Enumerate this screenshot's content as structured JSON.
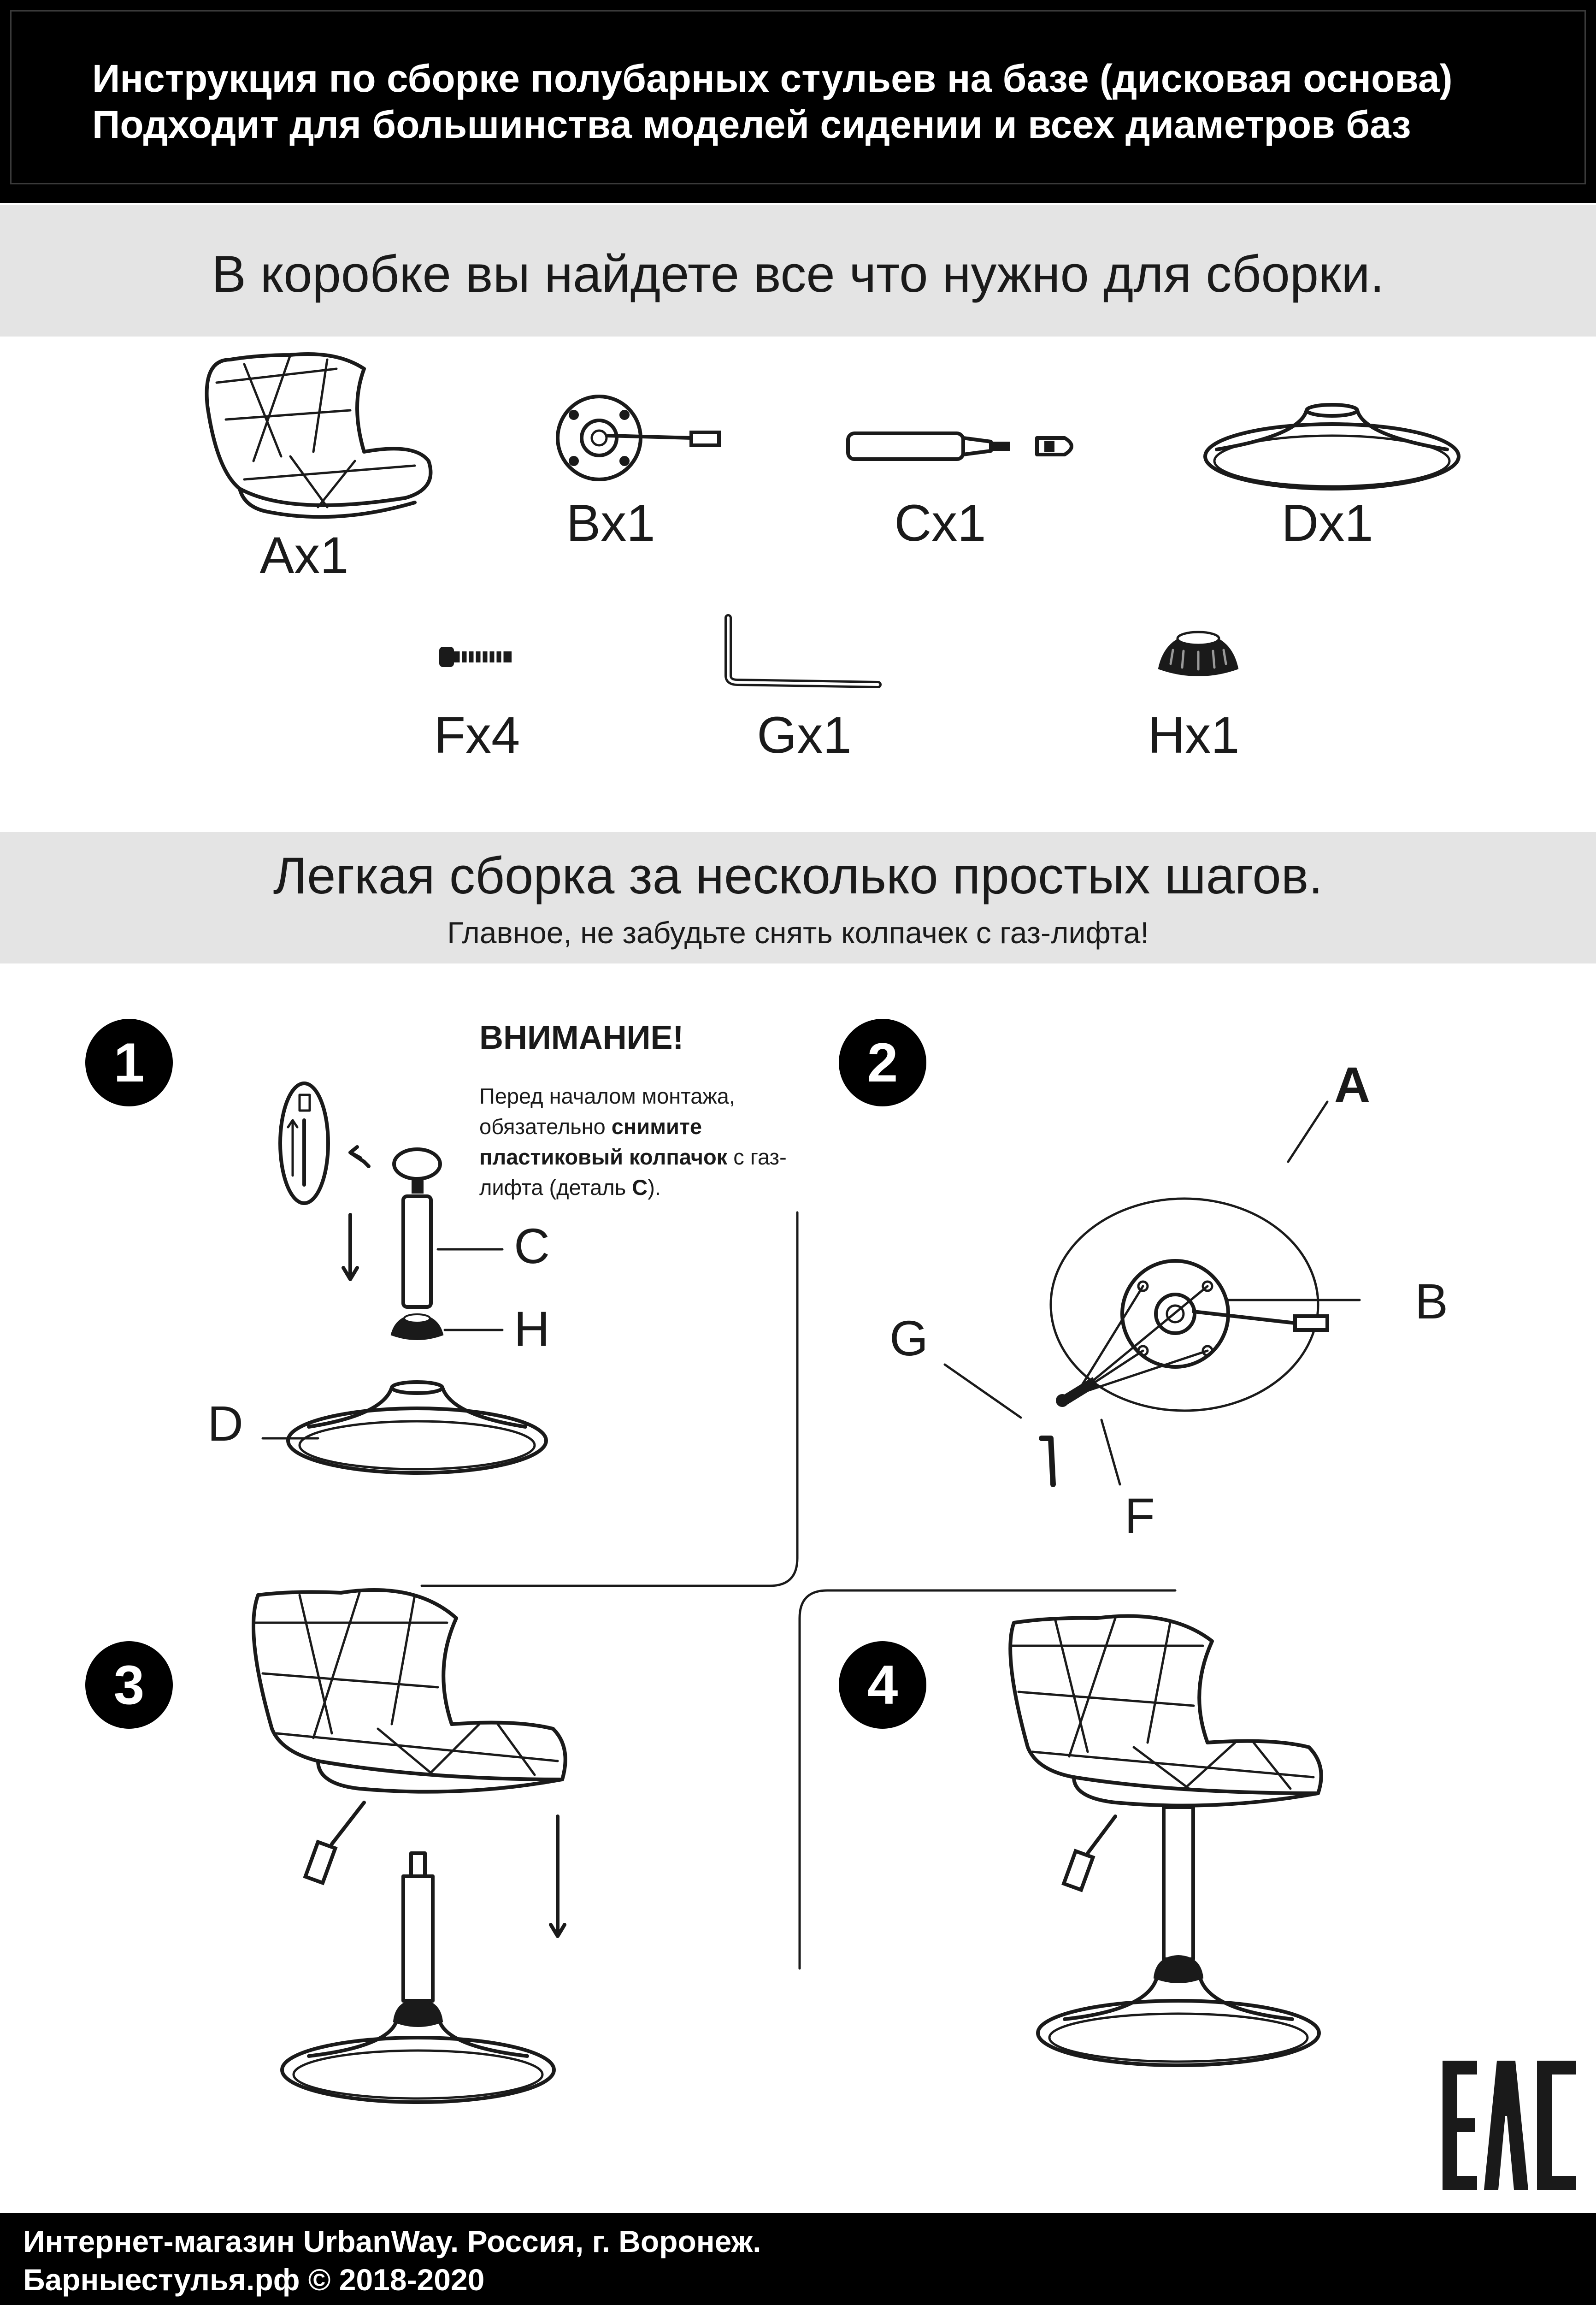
{
  "header": {
    "line1": "Инструкция по сборке полубарных стульев на базе (дисковая основа)",
    "line2": "Подходит для большинства моделей сидении и всех диаметров баз"
  },
  "box_section": {
    "title": "В коробке вы найдете все что нужно для сборки."
  },
  "parts": [
    {
      "label": "Ax1",
      "icon": "seat-icon"
    },
    {
      "label": "Bx1",
      "icon": "mechanism-plate-icon"
    },
    {
      "label": "Cx1",
      "icon": "gas-lift-icon"
    },
    {
      "label": "Dx1",
      "icon": "disc-base-icon"
    },
    {
      "label": "Fx4",
      "icon": "screw-icon"
    },
    {
      "label": "Gx1",
      "icon": "hex-key-icon"
    },
    {
      "label": "Hx1",
      "icon": "ring-icon"
    }
  ],
  "assembly_section": {
    "title": "Легкая сборка за несколько простых шагов.",
    "subtitle": "Главное, не забудьте снять колпачек с газ-лифта!"
  },
  "steps": [
    {
      "number": "1"
    },
    {
      "number": "2"
    },
    {
      "number": "3"
    },
    {
      "number": "4"
    }
  ],
  "step1_callouts": {
    "c": "C",
    "h": "H",
    "d": "D"
  },
  "step2_callouts": {
    "a": "A",
    "b": "B",
    "g": "G",
    "f": "F"
  },
  "warning": {
    "title": "ВНИМАНИЕ!",
    "text_1": "Перед началом монтажа, обязательно ",
    "text_bold": "снимите пластиковый колпачок",
    "text_2": " с газ-лифта (деталь ",
    "text_part": "C",
    "text_3": ")."
  },
  "certification": {
    "mark": "EAC"
  },
  "footer": {
    "line1": "Интернет-магазин UrbanWay. Россия, г. Воронеж.",
    "line2": "Барныестулья.рф © 2018-2020"
  },
  "colors": {
    "header_bg": "#000000",
    "band_bg": "#e4e4e4",
    "ink": "#1a1a1a"
  }
}
